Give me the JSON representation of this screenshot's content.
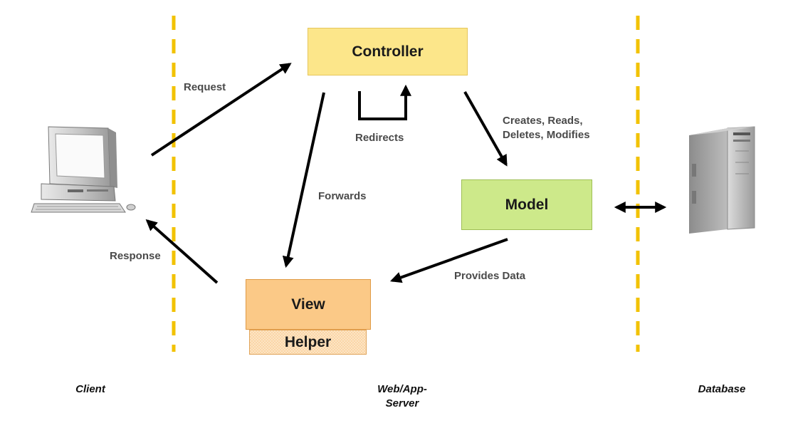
{
  "colors": {
    "tier_divider": "#f2c200",
    "controller_fill": "#fce68a",
    "model_fill": "#cde98a",
    "view_fill": "#fbc987",
    "helper_fill": "#fbd6a6",
    "arrow": "#000000"
  },
  "nodes": {
    "controller": "Controller",
    "model": "Model",
    "view": "View",
    "helper": "Helper"
  },
  "edges": {
    "request": "Request",
    "response": "Response",
    "redirects": "Redirects",
    "forwards": "Forwards",
    "creates_reads_line1": "Creates, Reads,",
    "creates_reads_line2": "Deletes, Modifies",
    "provides_data": "Provides Data"
  },
  "tiers": {
    "client": "Client",
    "server_line1": "Web/App-",
    "server_line2": "Server",
    "database": "Database"
  },
  "icons": {
    "client": "desktop-computer-icon",
    "database": "server-tower-icon"
  }
}
